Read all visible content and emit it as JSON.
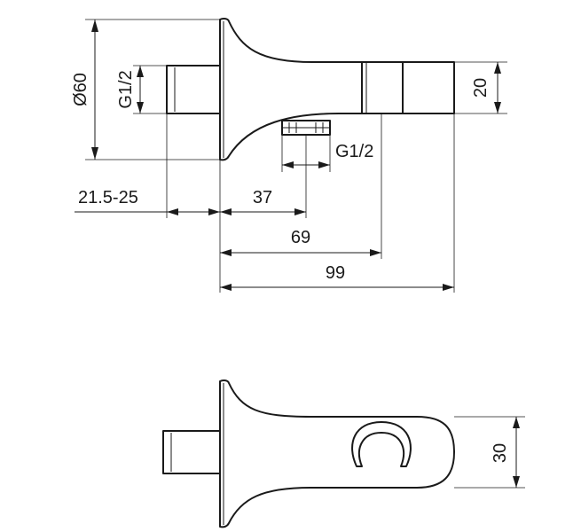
{
  "labels": {
    "dia60": "Ø60",
    "thread_inlet": "G1/2",
    "thread_outlet": "G1/2",
    "height20": "20",
    "range": "21.5-25",
    "dim37": "37",
    "dim69": "69",
    "dim99": "99",
    "height30": "30"
  }
}
